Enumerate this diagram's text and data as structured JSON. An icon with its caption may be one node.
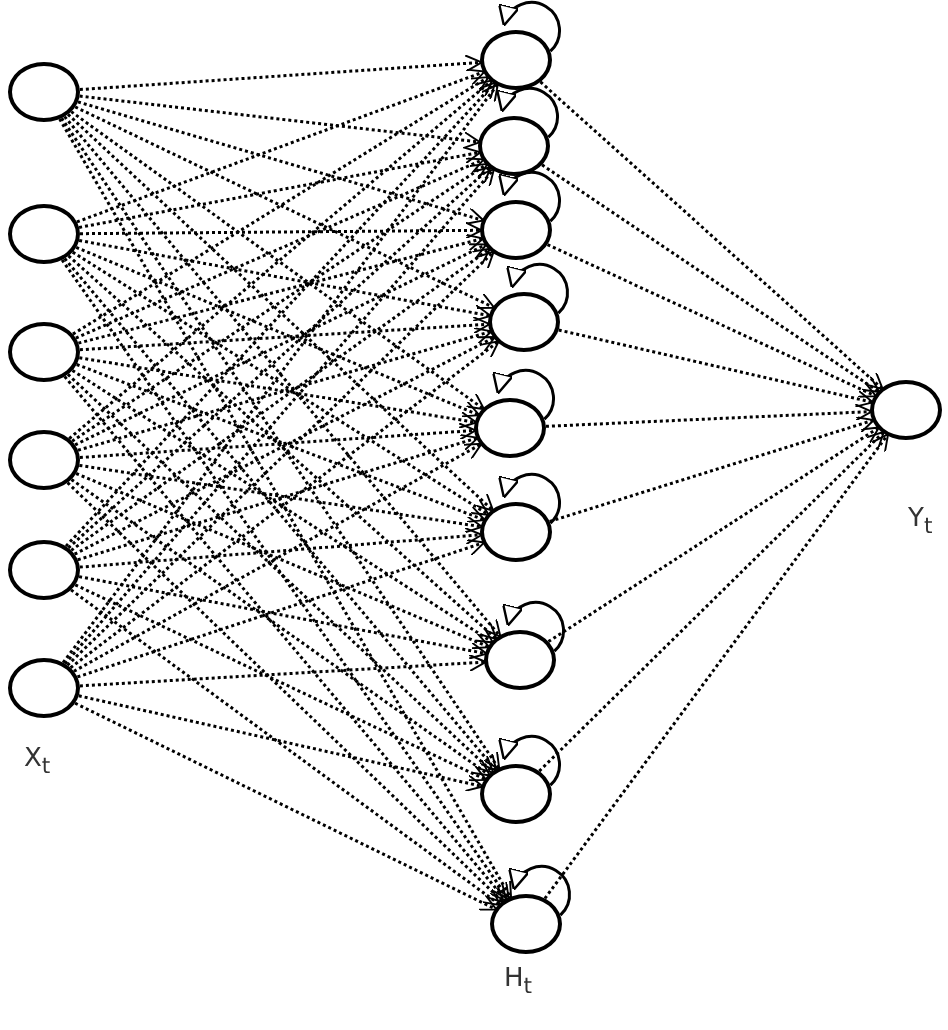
{
  "diagram": {
    "nodes": [
      {
        "text": [],
        "shape": "circle"
      },
      {
        "text": [],
        "shape": "circle"
      },
      {
        "text": [],
        "shape": "circle"
      },
      {
        "text": [],
        "shape": "circle"
      },
      {
        "text": [],
        "shape": "circle"
      },
      {
        "text": [],
        "shape": "circle"
      },
      {
        "text": [],
        "shape": "circle"
      },
      {
        "text": [],
        "shape": "circle"
      },
      {
        "text": [],
        "shape": "circle"
      },
      {
        "text": [],
        "shape": "circle"
      },
      {
        "text": [],
        "shape": "circle"
      },
      {
        "text": [],
        "shape": "circle"
      },
      {
        "text": [],
        "shape": "circle"
      },
      {
        "text": [],
        "shape": "circle"
      },
      {
        "text": [],
        "shape": "circle"
      },
      {
        "text": [],
        "shape": "circle"
      }
    ],
    "edges": [
      {
        "from": 0,
        "to": 6,
        "arrow": "to",
        "style": "dashed"
      },
      {
        "from": 0,
        "to": 7,
        "arrow": "to",
        "style": "dashed"
      },
      {
        "from": 0,
        "to": 8,
        "arrow": "to",
        "style": "dashed"
      },
      {
        "from": 0,
        "to": 9,
        "arrow": "to",
        "style": "dashed"
      },
      {
        "from": 0,
        "to": 10,
        "arrow": "to",
        "style": "dashed"
      },
      {
        "from": 0,
        "to": 11,
        "arrow": "to",
        "style": "dashed"
      },
      {
        "from": 0,
        "to": 12,
        "arrow": "to",
        "style": "dashed"
      },
      {
        "from": 0,
        "to": 13,
        "arrow": "to",
        "style": "dashed"
      },
      {
        "from": 0,
        "to": 14,
        "arrow": "to",
        "style": "dashed"
      },
      {
        "from": 1,
        "to": 6,
        "arrow": "to",
        "style": "dashed"
      },
      {
        "from": 1,
        "to": 7,
        "arrow": "to",
        "style": "dashed"
      },
      {
        "from": 1,
        "to": 8,
        "arrow": "to",
        "style": "dashed"
      },
      {
        "from": 1,
        "to": 9,
        "arrow": "to",
        "style": "dashed"
      },
      {
        "from": 1,
        "to": 10,
        "arrow": "to",
        "style": "dashed"
      },
      {
        "from": 1,
        "to": 11,
        "arrow": "to",
        "style": "dashed"
      },
      {
        "from": 1,
        "to": 12,
        "arrow": "to",
        "style": "dashed"
      },
      {
        "from": 1,
        "to": 13,
        "arrow": "to",
        "style": "dashed"
      },
      {
        "from": 1,
        "to": 14,
        "arrow": "to",
        "style": "dashed"
      },
      {
        "from": 2,
        "to": 6,
        "arrow": "to",
        "style": "dashed"
      },
      {
        "from": 2,
        "to": 7,
        "arrow": "to",
        "style": "dashed"
      },
      {
        "from": 2,
        "to": 8,
        "arrow": "to",
        "style": "dashed"
      },
      {
        "from": 2,
        "to": 9,
        "arrow": "to",
        "style": "dashed"
      },
      {
        "from": 2,
        "to": 10,
        "arrow": "to",
        "style": "dashed"
      },
      {
        "from": 2,
        "to": 11,
        "arrow": "to",
        "style": "dashed"
      },
      {
        "from": 2,
        "to": 12,
        "arrow": "to",
        "style": "dashed"
      },
      {
        "from": 2,
        "to": 13,
        "arrow": "to",
        "style": "dashed"
      },
      {
        "from": 2,
        "to": 14,
        "arrow": "to",
        "style": "dashed"
      },
      {
        "from": 3,
        "to": 6,
        "arrow": "to",
        "style": "dashed"
      },
      {
        "from": 3,
        "to": 7,
        "arrow": "to",
        "style": "dashed"
      },
      {
        "from": 3,
        "to": 8,
        "arrow": "to",
        "style": "dashed"
      },
      {
        "from": 3,
        "to": 9,
        "arrow": "to",
        "style": "dashed"
      },
      {
        "from": 3,
        "to": 10,
        "arrow": "to",
        "style": "dashed"
      },
      {
        "from": 3,
        "to": 11,
        "arrow": "to",
        "style": "dashed"
      },
      {
        "from": 3,
        "to": 12,
        "arrow": "to",
        "style": "dashed"
      },
      {
        "from": 3,
        "to": 13,
        "arrow": "to",
        "style": "dashed"
      },
      {
        "from": 3,
        "to": 14,
        "arrow": "to",
        "style": "dashed"
      },
      {
        "from": 4,
        "to": 6,
        "arrow": "to",
        "style": "dashed"
      },
      {
        "from": 4,
        "to": 7,
        "arrow": "to",
        "style": "dashed"
      },
      {
        "from": 4,
        "to": 8,
        "arrow": "to",
        "style": "dashed"
      },
      {
        "from": 4,
        "to": 9,
        "arrow": "to",
        "style": "dashed"
      },
      {
        "from": 4,
        "to": 10,
        "arrow": "to",
        "style": "dashed"
      },
      {
        "from": 4,
        "to": 11,
        "arrow": "to",
        "style": "dashed"
      },
      {
        "from": 4,
        "to": 12,
        "arrow": "to",
        "style": "dashed"
      },
      {
        "from": 4,
        "to": 13,
        "arrow": "to",
        "style": "dashed"
      },
      {
        "from": 4,
        "to": 14,
        "arrow": "to",
        "style": "dashed"
      },
      {
        "from": 5,
        "to": 6,
        "arrow": "to",
        "style": "dashed"
      },
      {
        "from": 5,
        "to": 7,
        "arrow": "to",
        "style": "dashed"
      },
      {
        "from": 5,
        "to": 8,
        "arrow": "to",
        "style": "dashed"
      },
      {
        "from": 5,
        "to": 9,
        "arrow": "to",
        "style": "dashed"
      },
      {
        "from": 5,
        "to": 10,
        "arrow": "to",
        "style": "dashed"
      },
      {
        "from": 5,
        "to": 11,
        "arrow": "to",
        "style": "dashed"
      },
      {
        "from": 5,
        "to": 12,
        "arrow": "to",
        "style": "dashed"
      },
      {
        "from": 5,
        "to": 13,
        "arrow": "to",
        "style": "dashed"
      },
      {
        "from": 5,
        "to": 14,
        "arrow": "to",
        "style": "dashed"
      },
      {
        "from": 6,
        "to": 15,
        "arrow": "to",
        "style": "dashed"
      },
      {
        "from": 7,
        "to": 15,
        "arrow": "to",
        "style": "dashed"
      },
      {
        "from": 8,
        "to": 15,
        "arrow": "to",
        "style": "dashed"
      },
      {
        "from": 9,
        "to": 15,
        "arrow": "to",
        "style": "dashed"
      },
      {
        "from": 10,
        "to": 15,
        "arrow": "to",
        "style": "dashed"
      },
      {
        "from": 11,
        "to": 15,
        "arrow": "to",
        "style": "dashed"
      },
      {
        "from": 12,
        "to": 15,
        "arrow": "to",
        "style": "dashed"
      },
      {
        "from": 13,
        "to": 15,
        "arrow": "to",
        "style": "dashed"
      },
      {
        "from": 14,
        "to": 15,
        "arrow": "to",
        "style": "dashed"
      },
      {
        "from": 6,
        "to": 6,
        "arrow": "to"
      },
      {
        "from": 7,
        "to": 7,
        "arrow": "to"
      },
      {
        "from": 8,
        "to": 8,
        "arrow": "to"
      },
      {
        "from": 9,
        "to": 9,
        "arrow": "to"
      },
      {
        "from": 10,
        "to": 10,
        "arrow": "to"
      },
      {
        "from": 11,
        "to": 11,
        "arrow": "to"
      },
      {
        "from": 12,
        "to": 12,
        "arrow": "to"
      },
      {
        "from": 13,
        "to": 13,
        "arrow": "to"
      },
      {
        "from": 14,
        "to": 14,
        "arrow": "to"
      }
    ],
    "labels": [
      "X$_{t}$",
      "H$_{t}$",
      "Y$_{t}$"
    ]
  }
}
